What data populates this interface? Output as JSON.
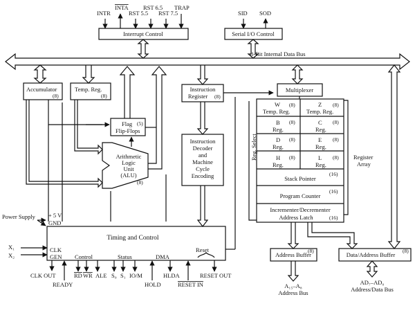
{
  "labels": {
    "interrupt_control": "Interrupt Control",
    "serial_io_control": "Serial I/O Control",
    "internal_bus": "8-Bit Internal Data Bus",
    "accumulator": "Accumulator",
    "temp_reg": "Temp. Reg.",
    "bits_8": "(8)",
    "bits_5": "(5)",
    "bits_16": "(16)",
    "flag_1": "Flag",
    "flag_2": "Flip-Flops",
    "alu_1": "Arithmetic",
    "alu_2": "Logic",
    "alu_3": "Unit",
    "alu_4": "(ALU)",
    "ir_1": "Instruction",
    "ir_2": "Register",
    "dec_1": "Instruction",
    "dec_2": "Decoder",
    "dec_3": "and",
    "dec_4": "Machine",
    "dec_5": "Cycle",
    "dec_6": "Encoding",
    "multiplexer": "Multiplexer",
    "w": "W",
    "z": "Z",
    "b": "B",
    "c": "C",
    "d": "D",
    "e": "E",
    "h": "H",
    "l": "L",
    "reg": "Reg.",
    "temp_reg_b": "Temp. Reg.",
    "reg_select": "Reg. Select",
    "stack_pointer": "Stack Pointer",
    "program_counter": "Program Counter",
    "incdec_1": "Incrementer/Decrementer",
    "incdec_2": "Address Latch",
    "register_1": "Register",
    "register_2": "Array",
    "power_supply": "Power Supply",
    "plus5v": "+ 5 V",
    "gnd": "GND",
    "timing_control": "Timing and Control",
    "x1": "X₁",
    "x2": "X₂",
    "clk": "CLK",
    "gen": "GEN",
    "control": "Control",
    "status": "Status",
    "dma": "DMA",
    "reset": "Reset",
    "clk_out": "CLK OUT",
    "ready": "READY",
    "rd": "RD",
    "wr": "WR",
    "ale": "ALE",
    "s0": "S₀",
    "s1": "S₁",
    "io_m": "IO/M",
    "hold": "HOLD",
    "hlda": "HLDA",
    "reset_in": "RESET IN",
    "reset_out": "RESET OUT",
    "address_buffer": "Address Buffer",
    "data_address_buffer": "Data/Address Buffer",
    "a_bus_1": "A₁₅–A₈",
    "a_bus_2": "Address Bus",
    "ad_bus_1": "AD₇–AD₀",
    "ad_bus_2": "Address/Data Bus",
    "intr": "INTR",
    "inta": "INTA",
    "rst55": "RST 5.5",
    "rst65": "RST 6.5",
    "rst75": "RST 7.5",
    "trap": "TRAP",
    "sid": "SID",
    "sod": "SOD"
  }
}
